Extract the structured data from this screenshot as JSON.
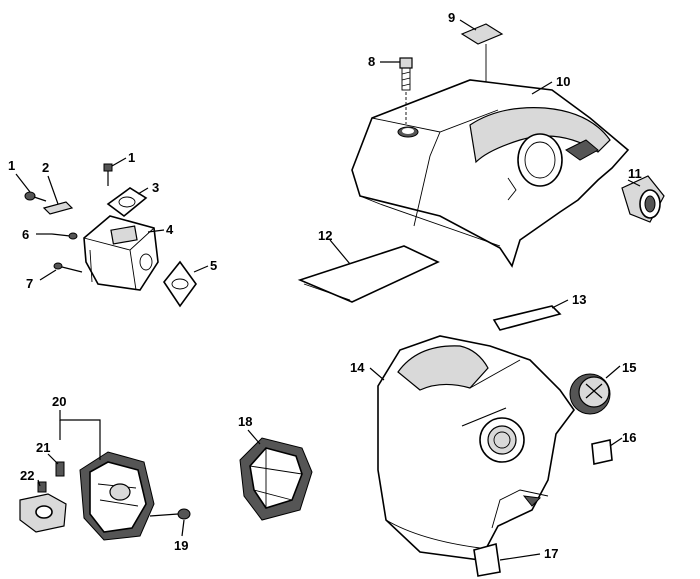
{
  "diagram": {
    "labels": {
      "p1a": "1",
      "p1b": "1",
      "p2": "2",
      "p3": "3",
      "p4": "4",
      "p5": "5",
      "p6": "6",
      "p7": "7",
      "p8": "8",
      "p9": "9",
      "p10": "10",
      "p11": "11",
      "p12": "12",
      "p13": "13",
      "p14": "14",
      "p15": "15",
      "p16": "16",
      "p17": "17",
      "p18": "18",
      "p19": "19",
      "p20": "20",
      "p21": "21",
      "p22": "22"
    }
  }
}
